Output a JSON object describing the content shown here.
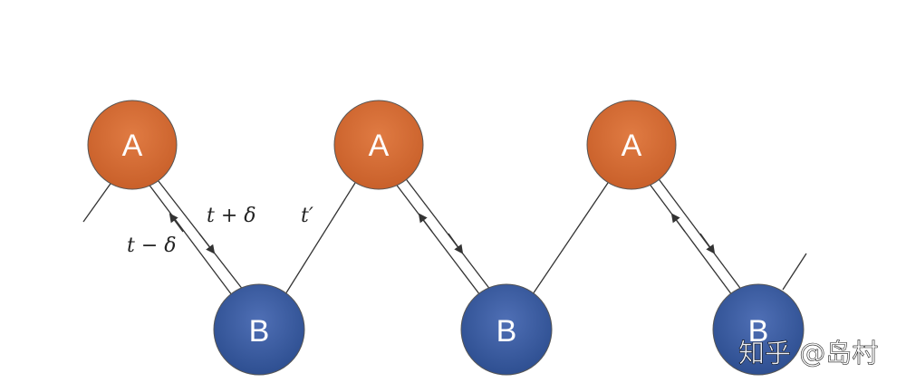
{
  "nodes": {
    "a_label": "A",
    "b_label": "B"
  },
  "labels": {
    "t_plus_delta": "t + δ",
    "t_minus_delta": "t − δ",
    "t_prime": "t′"
  },
  "watermark": "知乎 @岛村",
  "colors": {
    "node_a_top": "#e07b43",
    "node_a_bottom": "#c9602a",
    "node_b_top": "#4f6fb5",
    "node_b_bottom": "#2e4f91",
    "line": "#333333"
  }
}
